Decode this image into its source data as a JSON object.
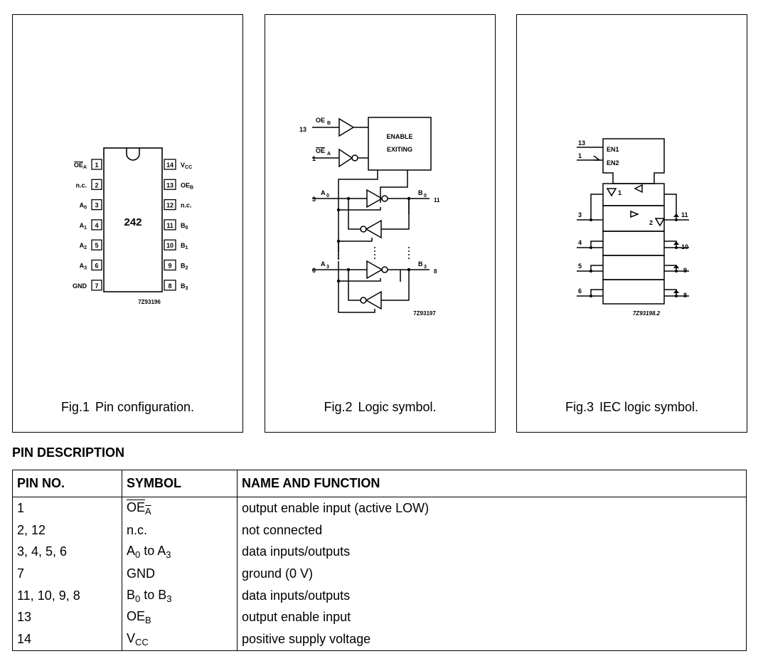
{
  "figures": [
    {
      "num": "Fig.1",
      "title": "Pin configuration.",
      "ic_label": "242",
      "code": "7Z93196",
      "pins_left": [
        {
          "num": "1",
          "name": "OE",
          "sub": "A",
          "overline": true
        },
        {
          "num": "2",
          "name": "n.c.",
          "sub": ""
        },
        {
          "num": "3",
          "name": "A",
          "sub": "0"
        },
        {
          "num": "4",
          "name": "A",
          "sub": "1"
        },
        {
          "num": "5",
          "name": "A",
          "sub": "2"
        },
        {
          "num": "6",
          "name": "A",
          "sub": "3"
        },
        {
          "num": "7",
          "name": "GND",
          "sub": ""
        }
      ],
      "pins_right": [
        {
          "num": "14",
          "name": "V",
          "sub": "CC"
        },
        {
          "num": "13",
          "name": "OE",
          "sub": "B"
        },
        {
          "num": "12",
          "name": "n.c.",
          "sub": ""
        },
        {
          "num": "11",
          "name": "B",
          "sub": "0"
        },
        {
          "num": "10",
          "name": "B",
          "sub": "1"
        },
        {
          "num": "9",
          "name": "B",
          "sub": "2"
        },
        {
          "num": "8",
          "name": "B",
          "sub": "3"
        }
      ]
    },
    {
      "num": "Fig.2",
      "title": "Logic symbol.",
      "code": "7Z93197",
      "block_line1": "ENABLE",
      "block_line2": "EXITING",
      "pin_13": "13",
      "pin_1": "1",
      "pin_3": "3",
      "pin_6": "6",
      "pin_11": "11",
      "pin_8": "8",
      "oe_b": "OE",
      "oe_b_sub": "B",
      "oe_a": "OE",
      "oe_a_sub": "A",
      "a0": "A",
      "a0_sub": "0",
      "a3": "A",
      "a3_sub": "3",
      "b0": "B",
      "b0_sub": "0",
      "b3": "B",
      "b3_sub": "3"
    },
    {
      "num": "Fig.3",
      "title": "IEC logic symbol.",
      "code": "7Z93198.2",
      "en1": "EN1",
      "en2": "EN2",
      "pin_13": "13",
      "pin_1": "1",
      "pins_left": [
        "3",
        "4",
        "5",
        "6"
      ],
      "pins_right": [
        "11",
        "10",
        "9",
        "8"
      ],
      "label_1": "1",
      "label_2": "2"
    }
  ],
  "section_heading": "PIN DESCRIPTION",
  "table": {
    "headers": [
      "PIN NO.",
      "SYMBOL",
      "NAME AND FUNCTION"
    ],
    "rows": [
      {
        "pin": "1",
        "sym": "OE",
        "sub": "A",
        "overline": true,
        "sym2": "",
        "sub2": "",
        "func": "output enable input (active LOW)"
      },
      {
        "pin": "2, 12",
        "sym": "n.c.",
        "sub": "",
        "sym2": "",
        "sub2": "",
        "func": "not connected"
      },
      {
        "pin": "3, 4, 5, 6",
        "sym": "A",
        "sub": "0",
        "sym2": " to A",
        "sub2": "3",
        "func": "data inputs/outputs"
      },
      {
        "pin": "7",
        "sym": "GND",
        "sub": "",
        "sym2": "",
        "sub2": "",
        "func": "ground (0 V)"
      },
      {
        "pin": "11, 10, 9, 8",
        "sym": "B",
        "sub": "0",
        "sym2": " to B",
        "sub2": "3",
        "func": "data inputs/outputs"
      },
      {
        "pin": "13",
        "sym": "OE",
        "sub": "B",
        "sym2": "",
        "sub2": "",
        "func": "output enable input"
      },
      {
        "pin": "14",
        "sym": "V",
        "sub": "CC",
        "sym2": "",
        "sub2": "",
        "func": "positive supply voltage"
      }
    ]
  }
}
